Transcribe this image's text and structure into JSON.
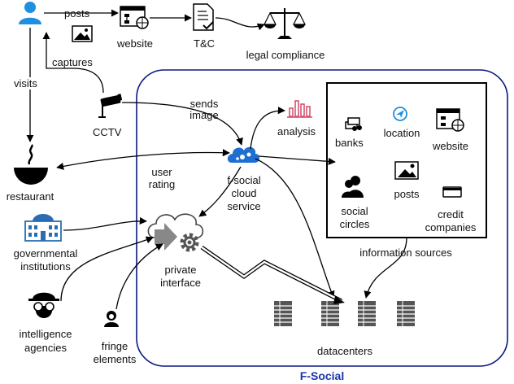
{
  "labels": {
    "posts": "posts",
    "website_top": "website",
    "tc": "T&C",
    "legal": "legal compliance",
    "captures": "captures",
    "visits": "visits",
    "cctv": "CCTV",
    "sends": "sends",
    "image": "image",
    "analysis": "analysis",
    "restaurant": "restaurant",
    "user": "user",
    "rating": "rating",
    "fsocial1": "f-social",
    "fsocial2": "cloud",
    "fsocial3": "service",
    "banks": "banks",
    "location": "location",
    "website_box": "website",
    "posts_box": "posts",
    "social1": "social",
    "social2": "circles",
    "credit1": "credit",
    "credit2": "companies",
    "info_sources": "information sources",
    "gov1": "governmental",
    "gov2": "institutions",
    "private1": "private",
    "private2": "interface",
    "intel1": "intelligence",
    "intel2": "agencies",
    "fringe1": "fringe",
    "fringe2": "elements",
    "datacenters": "datacenters",
    "brand": "F-Social"
  },
  "colors": {
    "frame": "#0a1a80",
    "cloud": "#1f6fd1",
    "analysis": "#d14a6a",
    "person": "#1f8fe0",
    "gov": "#2a6db3"
  }
}
